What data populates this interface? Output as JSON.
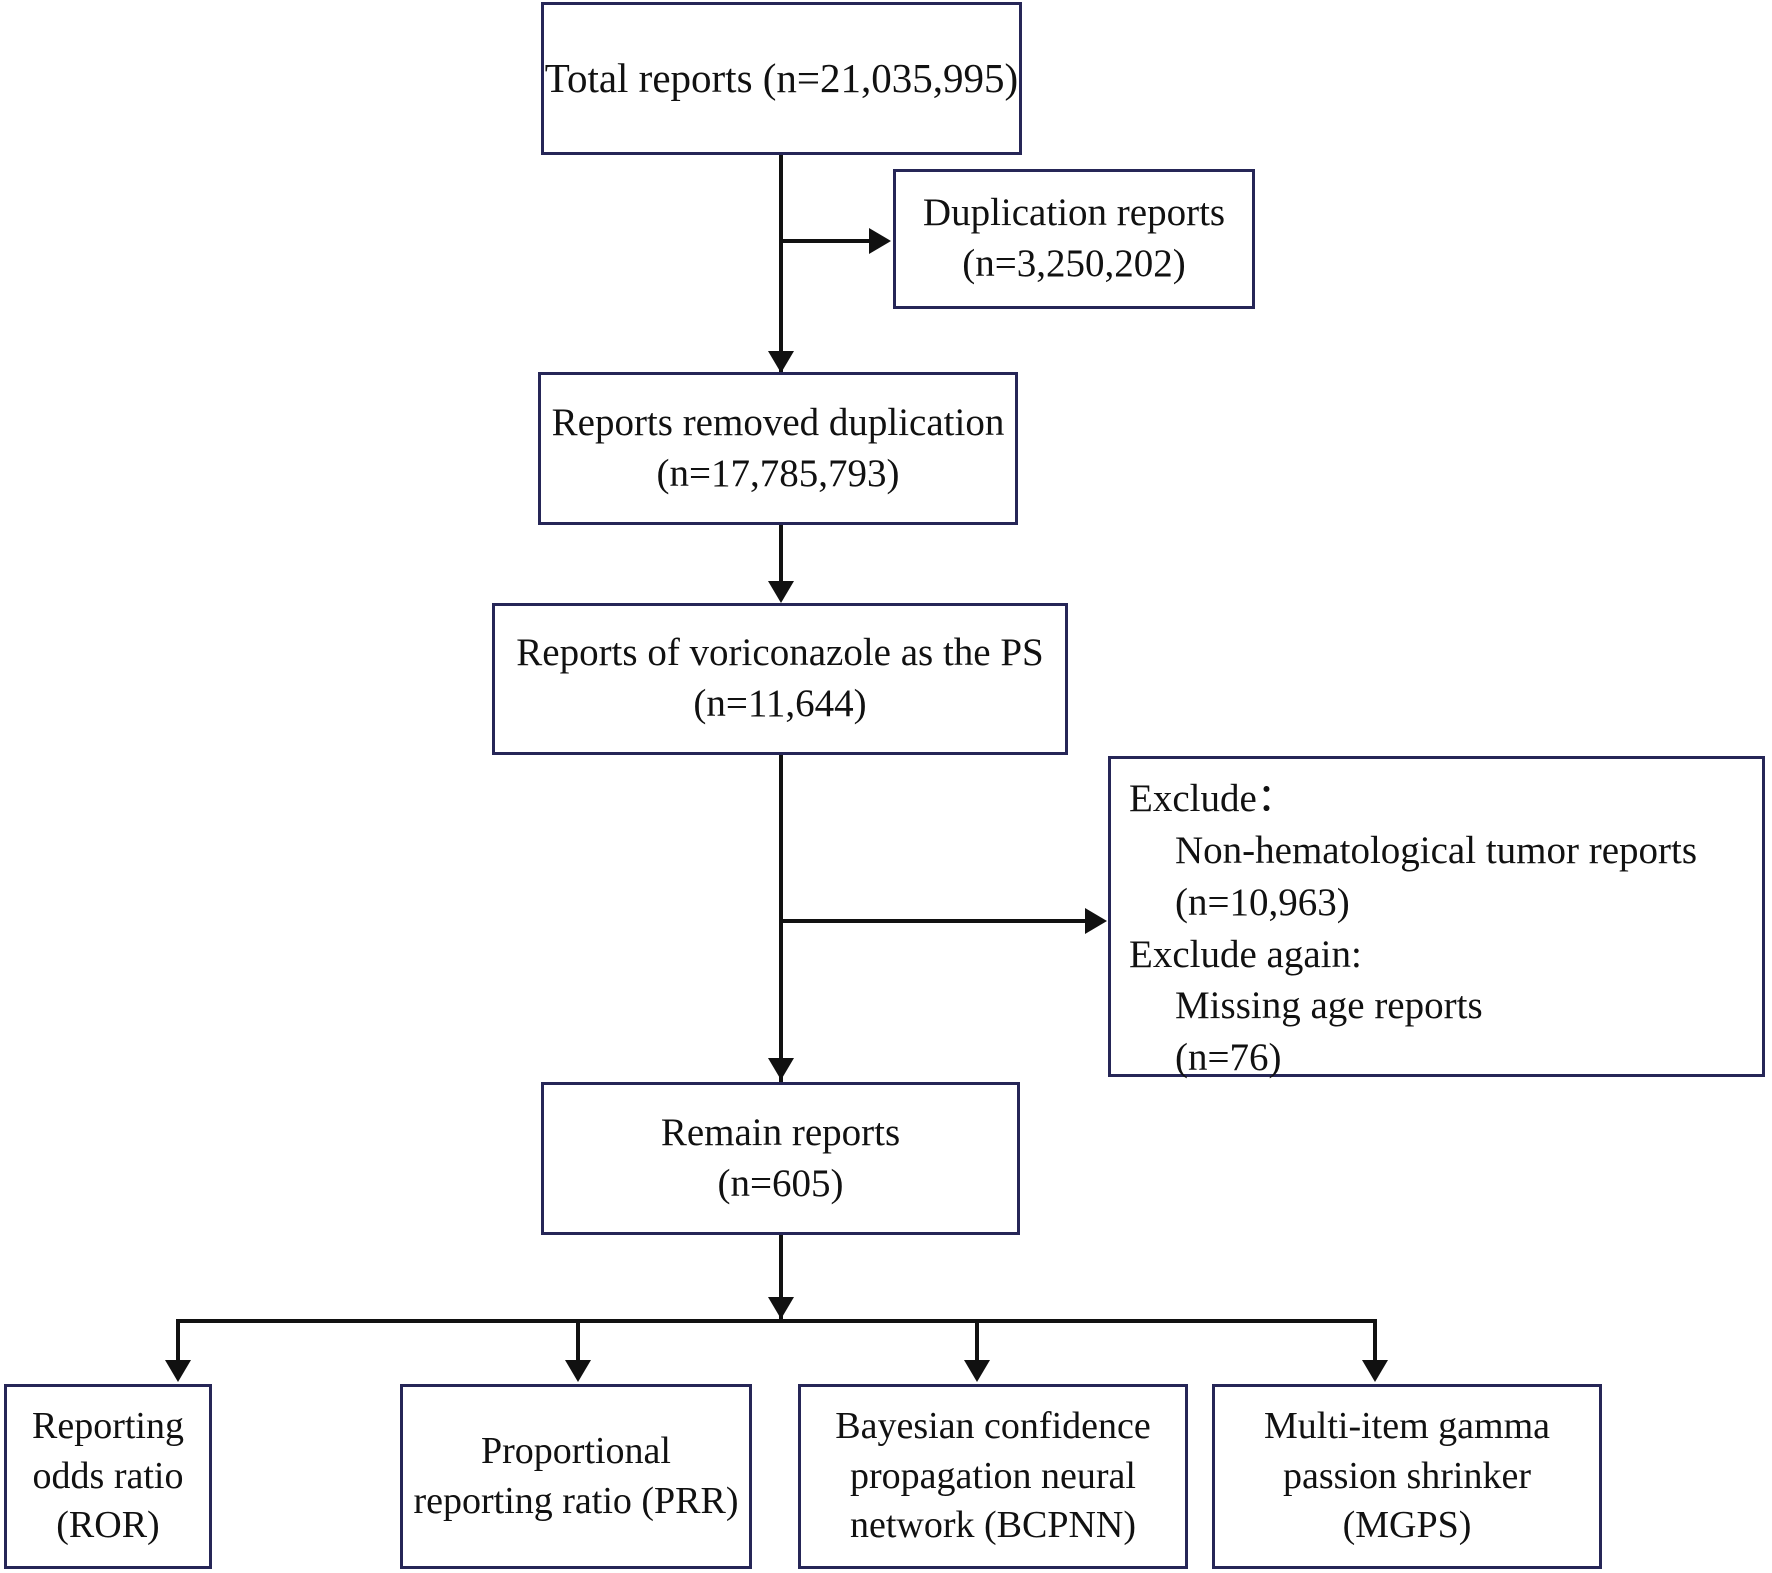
{
  "figure": {
    "type": "flowchart",
    "title": "Study report selection flow diagram",
    "accent_border_color": "#262657",
    "line_color": "#111111",
    "background": "#ffffff"
  },
  "nodes": {
    "total_reports": {
      "label": "Total reports (n=21,035,995)",
      "count": "21,035,995"
    },
    "duplication_reports": {
      "label": "Duplication reports\n(n=3,250,202)",
      "count": "3,250,202"
    },
    "reports_removed_duplication": {
      "label": "Reports removed duplication\n(n=17,785,793)",
      "count": "17,785,793"
    },
    "reports_voriconazole_ps": {
      "label": "Reports of voriconazole as the PS\n(n=11,644)",
      "count": "11,644"
    },
    "exclusions": {
      "heading_1": "Exclude：",
      "item_1": "Non-hematological tumor reports",
      "item_1_count": "(n=10,963)",
      "heading_2": "Exclude again:",
      "item_2": "Missing age reports",
      "item_2_count": "(n=76)"
    },
    "remain_reports": {
      "label": "Remain reports\n(n=605)",
      "count": "605"
    }
  },
  "methods": [
    {
      "label": "Reporting odds ratio\n(ROR)",
      "abbr": "ROR"
    },
    {
      "label": "Proportional\nreporting ratio (PRR)",
      "abbr": "PRR"
    },
    {
      "label": "Bayesian confidence\npropagation neural\nnetwork (BCPNN)",
      "abbr": "BCPNN"
    },
    {
      "label": "Multi-item gamma\npassion shrinker\n(MGPS)",
      "abbr": "MGPS"
    }
  ]
}
